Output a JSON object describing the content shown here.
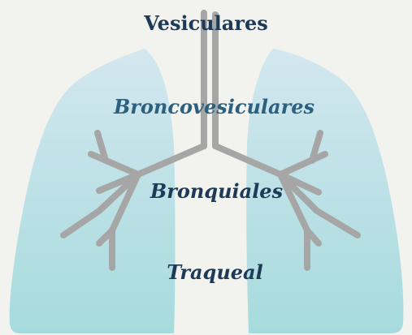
{
  "labels": {
    "vesiculares": "Vesiculares",
    "broncovesiculares": "Broncovesiculares",
    "bronquiales": "Bronquiales",
    "traqueal": "Traqueal"
  },
  "colors": {
    "background": "#f2f2ee",
    "lung_top": "#cfe7ee",
    "lung_bottom": "#a9dde0",
    "airway": "#a6a6a6",
    "label_dark": "#1e3a56",
    "label_mid": "#2d5f7e"
  }
}
